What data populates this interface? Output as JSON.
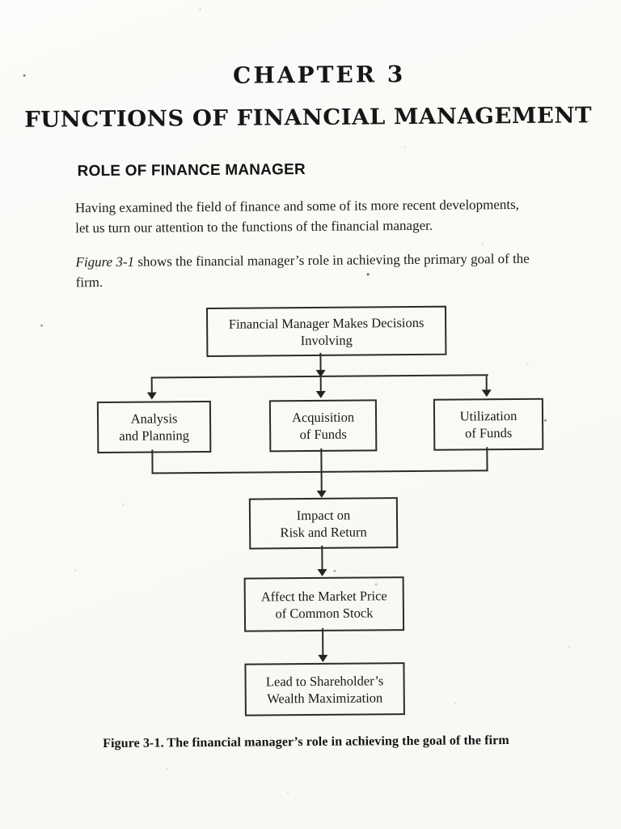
{
  "page": {
    "chapter_title": "CHAPTER 3",
    "main_title": "FUNCTIONS OF FINANCIAL MANAGEMENT",
    "section_heading": "ROLE OF FINANCE MANAGER",
    "paragraph_1": "Having examined the field of finance and some of its more recent developments,\nlet us turn our attention to the functions of the financial manager.",
    "figure_reference": "Figure 3-1",
    "paragraph_2_rest": " shows the financial manager’s role in achieving the primary goal of the\nfirm.",
    "caption": "Figure 3-1. The financial manager’s role in achieving the goal of the firm"
  },
  "flowchart": {
    "nodes": [
      {
        "id": "decisions",
        "label": "Financial Manager Makes Decisions\nInvolving"
      },
      {
        "id": "analysis",
        "label": "Analysis\nand Planning"
      },
      {
        "id": "acquisition",
        "label": "Acquisition\nof Funds"
      },
      {
        "id": "utilization",
        "label": "Utilization\nof Funds"
      },
      {
        "id": "impact",
        "label": "Impact on\nRisk and Return"
      },
      {
        "id": "market-price",
        "label": "Affect the Market Price\nof Common Stock"
      },
      {
        "id": "wealth-max",
        "label": "Lead to Shareholder’s\nWealth Maximization"
      }
    ],
    "edges": [
      {
        "from": "decisions",
        "to": "analysis"
      },
      {
        "from": "decisions",
        "to": "acquisition"
      },
      {
        "from": "decisions",
        "to": "utilization"
      },
      {
        "from": "analysis",
        "to": "impact"
      },
      {
        "from": "acquisition",
        "to": "impact"
      },
      {
        "from": "utilization",
        "to": "impact"
      },
      {
        "from": "impact",
        "to": "market-price"
      },
      {
        "from": "market-price",
        "to": "wealth-max"
      }
    ]
  },
  "colors": {
    "paper": "#fbfaf7",
    "ink": "#1a1a1a",
    "line": "#2b2b2b"
  }
}
